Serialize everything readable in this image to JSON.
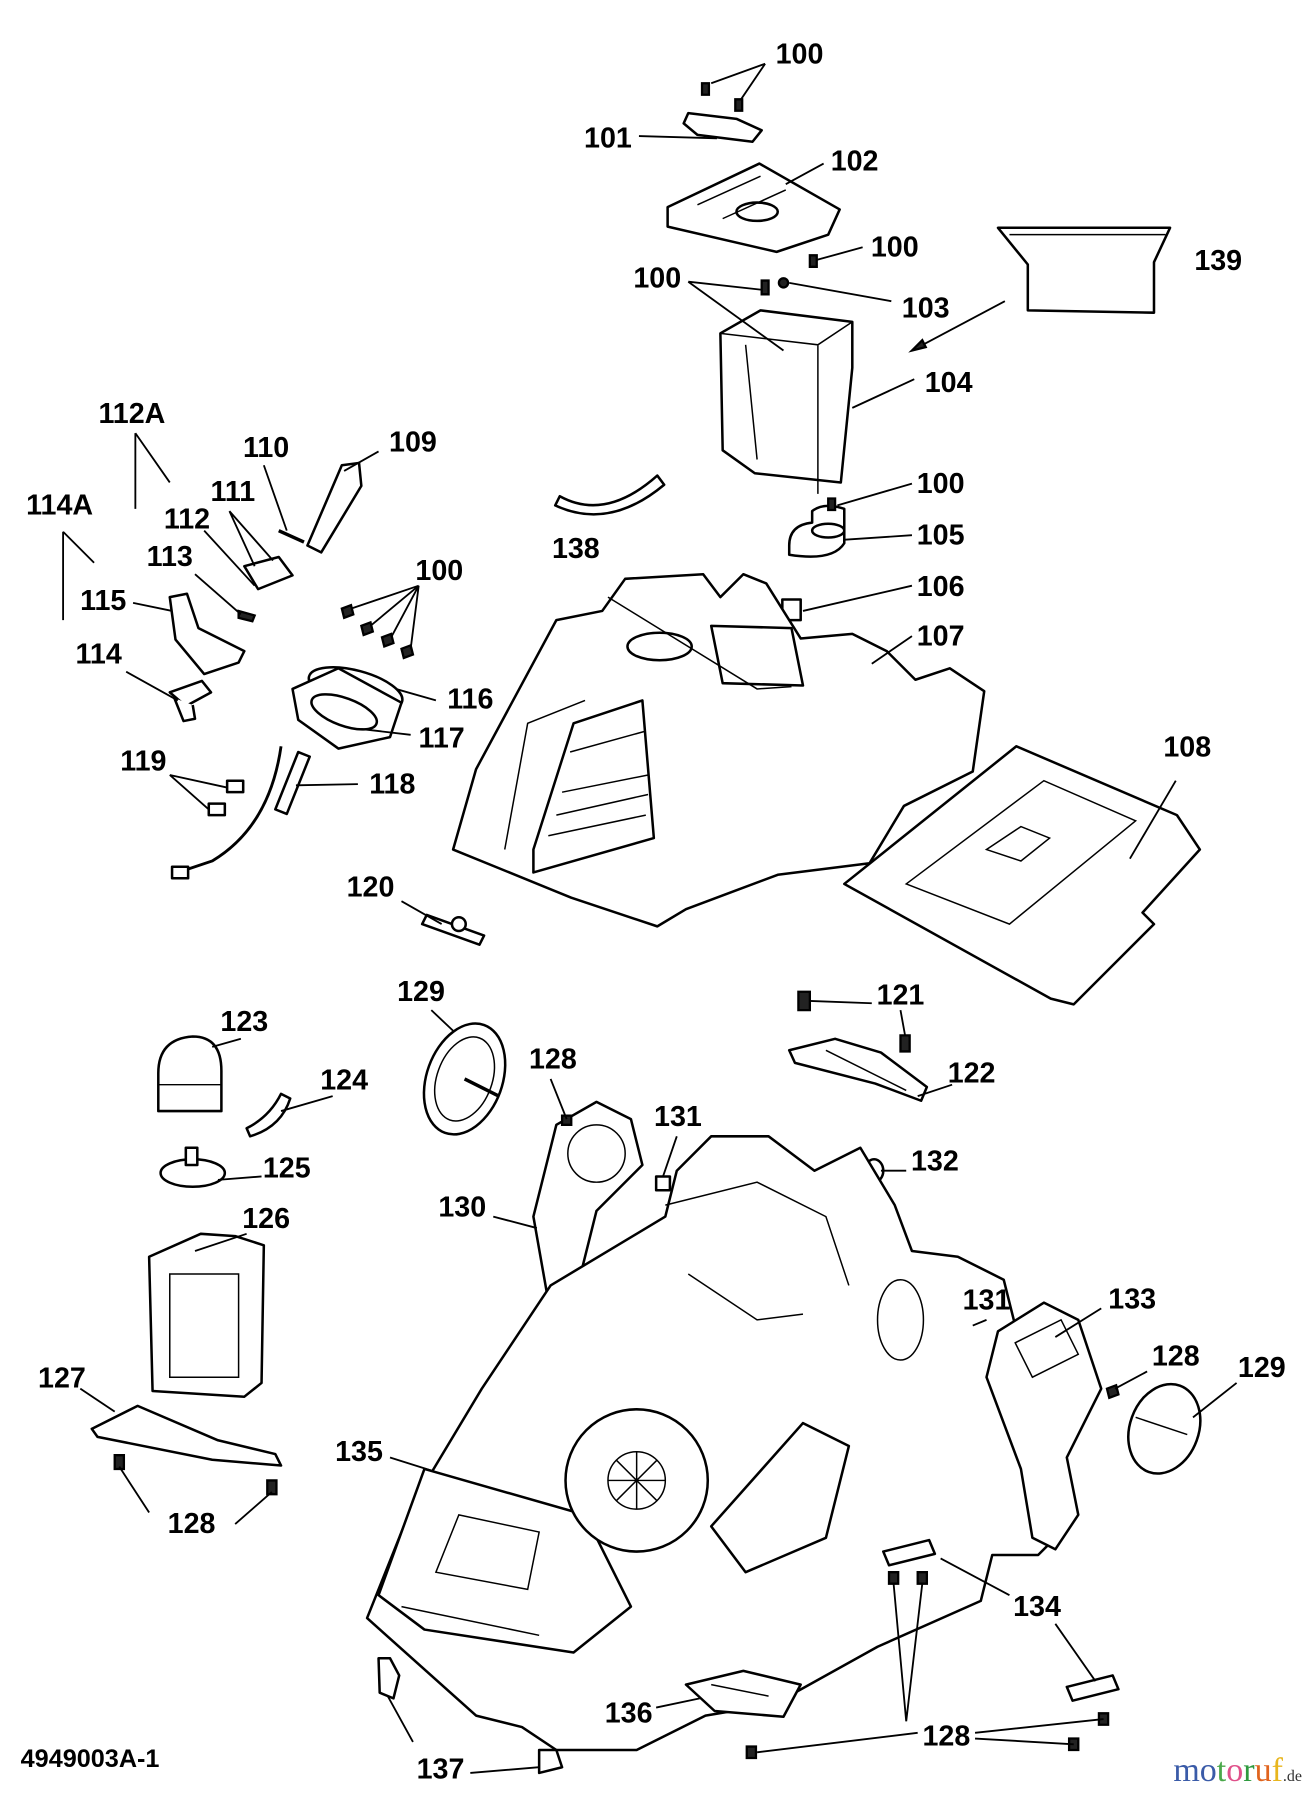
{
  "diagram": {
    "reference_code": "4949003A-1",
    "logo": {
      "letters": [
        "m",
        "o",
        "t",
        "o",
        "r",
        "u",
        "f"
      ],
      "suffix": ".de",
      "colors": [
        "#3a5ba8",
        "#3a5ba8",
        "#4aa84a",
        "#e0508a",
        "#2e9a3e",
        "#e0641e",
        "#e8b61e"
      ]
    },
    "callouts": [
      "100",
      "101",
      "102",
      "100",
      "100",
      "103",
      "139",
      "104",
      "112A",
      "110",
      "109",
      "114A",
      "111",
      "112",
      "113",
      "100",
      "115",
      "100",
      "105",
      "138",
      "106",
      "107",
      "114",
      "116",
      "117",
      "119",
      "118",
      "108",
      "120",
      "129",
      "121",
      "123",
      "128",
      "122",
      "124",
      "131",
      "132",
      "125",
      "130",
      "126",
      "131",
      "133",
      "127",
      "128",
      "129",
      "135",
      "128",
      "134",
      "136",
      "128",
      "137"
    ]
  }
}
